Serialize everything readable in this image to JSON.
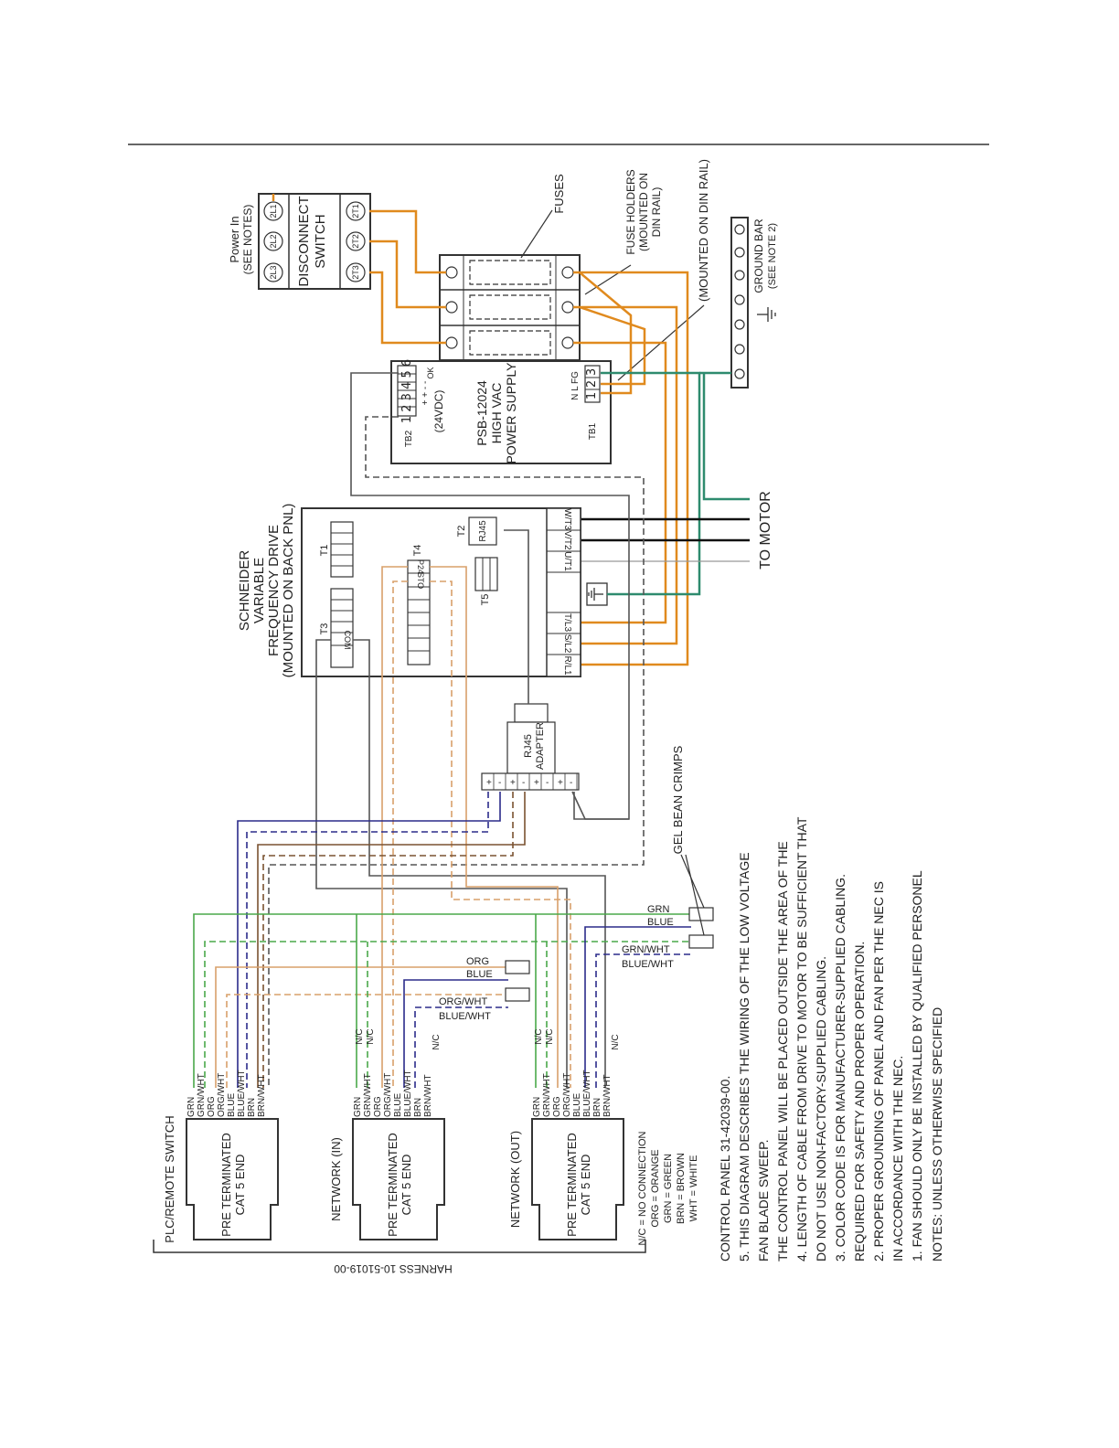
{
  "colors": {
    "orange": "#e08a1e",
    "green": "#2e8b6e",
    "blue": "#2b2b8a",
    "brown": "#7a5230",
    "black": "#111111",
    "gray": "#555555",
    "lightgreen": "#4aa84a",
    "lightorange": "#d9a06a"
  },
  "disconnect": {
    "title1": "DISCONNECT",
    "title2": "SWITCH",
    "power_in1": "Power In",
    "power_in2": "(SEE NOTES)",
    "top_terms": [
      "2L3",
      "2L2",
      "2L1"
    ],
    "bottom_terms": [
      "2T3",
      "2T2",
      "2T1"
    ]
  },
  "fuses": {
    "label": "FUSES",
    "holders1": "FUSE HOLDERS",
    "holders2": "(MOUNTED ON",
    "holders3": "DIN RAIL)",
    "din_rail": "(MOUNTED ON DIN RAIL)"
  },
  "ground_bar": {
    "label1": "GROUND BAR",
    "label2": "(SEE NOTE 2)"
  },
  "power_supply": {
    "model": "PSB-12024",
    "line2": "HIGH VAC",
    "line3": "POWER SUPPLY",
    "tb2": "TB2",
    "tb2_pins": "1 2 3 4 5 6",
    "polarity": "+ + - -",
    "dc": "(24VDC)",
    "ok": "OK",
    "tb1": "TB1",
    "tb1_head": "N  L  FG",
    "tb1_pins": [
      "1",
      "2",
      "3"
    ]
  },
  "vfd": {
    "title1": "SCHNEIDER",
    "title2": "VARIABLE",
    "title3": "FREQUENCY DRIVE",
    "title4": "(MOUNTED ON BACK PNL)",
    "t1": "T1",
    "t2": "T2",
    "t3": "T3",
    "t4": "T4",
    "t5": "T5",
    "rj45": "RJ45",
    "com": "COM",
    "p24": "P24",
    "sto": "STO",
    "outputs": [
      "W/T3",
      "V/T2",
      "U/T1"
    ],
    "inputs": [
      "T/L3",
      "S/L2",
      "R/L1"
    ]
  },
  "to_motor": "TO MOTOR",
  "adapter": {
    "line1": "RJ45",
    "line2": "ADAPTER",
    "pins": [
      "+",
      "-",
      "+",
      "-",
      "+",
      "-",
      "+",
      "-"
    ]
  },
  "gel": "GEL BEAN CRIMPS",
  "crimp_labels": {
    "a1": "GRN",
    "a2": "BLUE",
    "b1": "GRN/WHT",
    "b2": "BLUE/WHT",
    "c1": "ORG",
    "c2": "BLUE",
    "d1": "ORG/WHT",
    "d2": "BLUE/WHT"
  },
  "connectors": [
    {
      "name": "PLC/REMOTE SWITCH",
      "body1": "PRE TERMINATED",
      "body2": "CAT 5 END",
      "wires": [
        "GRN",
        "GRN/WHT",
        "ORG",
        "ORG/WHT",
        "BLUE",
        "BLUE/WHT",
        "BRN",
        "BRN/WHT"
      ],
      "nc": []
    },
    {
      "name": "NETWORK (IN)",
      "body1": "PRE TERMINATED",
      "body2": "CAT 5 END",
      "wires": [
        "GRN",
        "GRN/WHT",
        "ORG",
        "ORG/WHT",
        "BLUE",
        "BLUE/WHT",
        "BRN",
        "BRN/WHT"
      ],
      "nc": [
        "N/C",
        "N/C",
        "N/C"
      ]
    },
    {
      "name": "NETWORK (OUT)",
      "body1": "PRE TERMINATED",
      "body2": "CAT 5 END",
      "wires": [
        "GRN",
        "GRN/WHT",
        "ORG",
        "ORG/WHT",
        "BLUE",
        "BLUE/WHT",
        "BRN",
        "BRN/WHT"
      ],
      "nc": [
        "N/C",
        "N/C",
        "N/C"
      ]
    }
  ],
  "legend": [
    "N/C = NO CONNECTION",
    "ORG = ORANGE",
    "GRN = GREEN",
    "BRN = BROWN",
    "WHT = WHITE"
  ],
  "harness": "HARNESS 10-51019-00",
  "notes": {
    "title": "NOTES: UNLESS OTHERWISE SPECIFIED",
    "lines": [
      "1.  FAN SHOULD ONLY BE INSTALLED BY QUALIFIED PERSONEL",
      "     IN ACCORDANCE WITH THE NEC.",
      "2.  PROPER GROUNDING OF PANEL AND FAN PER THE NEC IS",
      "     REQUIRED FOR SAFETY AND PROPER OPERATION.",
      "3.  COLOR CODE IS FOR MANUFACTURER-SUPPLIED CABLING.",
      "     DO NOT USE NON-FACTORY-SUPPLIED CABLING.",
      "4.  LENGTH OF CABLE FROM DRIVE TO MOTOR TO BE SUFFICIENT THAT",
      "     THE CONTROL PANEL WILL BE PLACED OUTSIDE THE AREA OF THE",
      "     FAN BLADE SWEEP.",
      "5.  THIS DIAGRAM DESCRIBES THE WIRING OF THE LOW VOLTAGE",
      "     CONTROL PANEL 31-42039-00."
    ]
  }
}
